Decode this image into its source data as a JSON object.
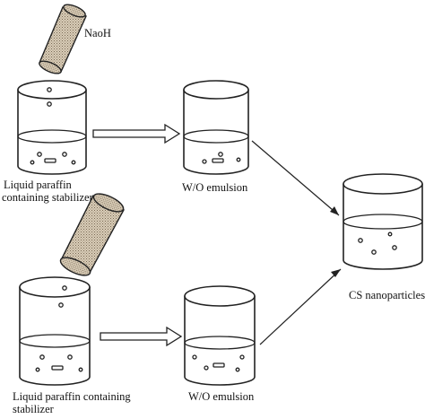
{
  "labels": {
    "naoh": "NaoH",
    "beaker1_line1": "Liquid paraffin",
    "beaker1_line2": "containing stabilizer",
    "beaker2": "W/O emulsion",
    "beaker3_line1": "Liquid paraffin containing",
    "beaker3_line2": "stabilizer",
    "beaker4": "W/O emulsion",
    "product": "CS nanoparticles"
  },
  "colors": {
    "stroke": "#222222",
    "tube_fill": "#d9cdb8",
    "tube_hatch": "#7a6a55",
    "background": "#ffffff"
  }
}
